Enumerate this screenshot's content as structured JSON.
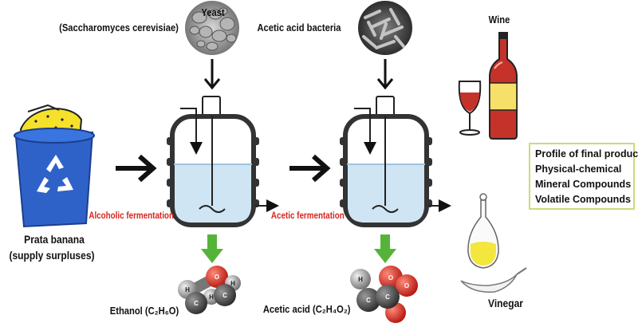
{
  "labels": {
    "yeast_line1": "Yeast",
    "yeast_line2": "(Saccharomyces cerevisiae)",
    "aab": "Acetic acid bacteria",
    "wine": "Wine",
    "banana_line1": "Prata banana",
    "banana_line2": "(supply surpluses)",
    "alcoholic": "Alcoholic fermentation",
    "acetic": "Acetic fermentation",
    "ethanol": "Ethanol (C₂H₆O)",
    "acetic_acid": "Acetic acid (C₂H₄O₂)",
    "vinegar": "Vinegar"
  },
  "profile": {
    "title": "Profile of final products:",
    "items": [
      "Physical-chemical",
      "Mineral Compounds",
      "Volatile  Compounds"
    ]
  },
  "molecule_atoms": {
    "ethanol": [
      "H",
      "O",
      "H",
      "H",
      "C",
      "C"
    ],
    "acetic": [
      "H",
      "O",
      "O",
      "C",
      "C"
    ]
  },
  "colors": {
    "accent_red": "#d9231d",
    "arrow_green": "#56b339",
    "box_border": "#c9dc7a",
    "recycle_blue": "#2f62c9",
    "banana_yellow": "#f5e12a",
    "wine_red": "#c4322a"
  }
}
